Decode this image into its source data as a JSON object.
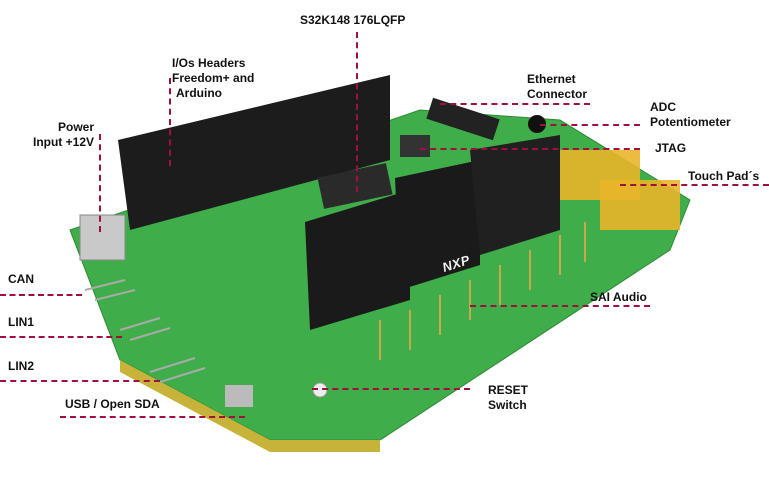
{
  "colors": {
    "accent": "#a0103c",
    "board": "#3fae4a",
    "pads": "#e9b52a"
  },
  "labels": {
    "mcu": "S32K148 176LQFP",
    "io_headers": [
      "I/Os Headers",
      "Freedom+ and",
      "Arduino"
    ],
    "power": [
      "Power",
      "Input +12V"
    ],
    "ethernet": [
      "Ethernet",
      "Connector"
    ],
    "adc": [
      "ADC",
      "Potentiometer"
    ],
    "jtag": "JTAG",
    "touch": "Touch Pad´s",
    "can": "CAN",
    "lin1": "LIN1",
    "lin2": "LIN2",
    "sai": "SAI Audio",
    "reset": [
      "RESET",
      "Switch"
    ],
    "usb": "USB / Open SDA"
  },
  "board_marking": "NXP"
}
